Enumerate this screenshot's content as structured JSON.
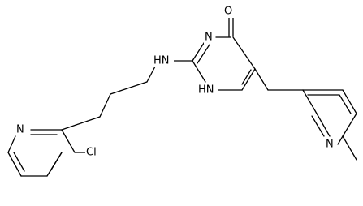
{
  "structure": {
    "atoms": {
      "o_carbonyl": "O",
      "n3_ring": "N",
      "n1_ring_h": "HN",
      "nh_linker": "HN",
      "n_pyridine_left": "N",
      "cl": "Cl",
      "n_pyridine_right": "N"
    }
  },
  "colors": {
    "ink": "#000000",
    "background": "#ffffff"
  }
}
